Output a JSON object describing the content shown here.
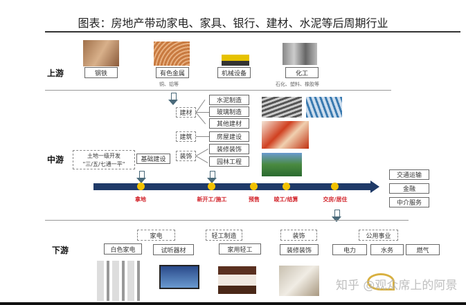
{
  "title": "图表：房地产带动家电、家具、银行、建材、水泥等后周期行业",
  "upstream": {
    "label": "上游",
    "items": [
      "钢铁",
      "有色金属",
      "机械设备",
      "化工"
    ],
    "notes": [
      "铜、铝等",
      "石化、塑料、橡胶等"
    ]
  },
  "midstream": {
    "label": "中游",
    "land": "土地一级开发",
    "land2": "\"三/五/七通一平\"",
    "infra": "基础建设",
    "groups": [
      "建材",
      "建筑",
      "装饰"
    ],
    "items": [
      "水泥制造",
      "玻璃制造",
      "其他建材",
      "房屋建设",
      "装修装饰",
      "园林工程"
    ],
    "services": [
      "交通运输",
      "金融",
      "中介服务"
    ]
  },
  "timeline": {
    "stages": [
      "拿地",
      "新开工/施工",
      "预售",
      "竣工/结算",
      "交房/居住"
    ],
    "bar_color": "#1f3a68",
    "dot_color": "#f2c200",
    "label_color": "#d2232a"
  },
  "downstream": {
    "label": "下游",
    "groups": [
      "家电",
      "轻工制造",
      "装饰",
      "公用事业"
    ],
    "items": [
      "白色家电",
      "试听器材",
      "家用轻工",
      "装修装饰",
      "电力",
      "水务",
      "燃气"
    ]
  },
  "watermark": "知乎 @观众席上的阿景"
}
